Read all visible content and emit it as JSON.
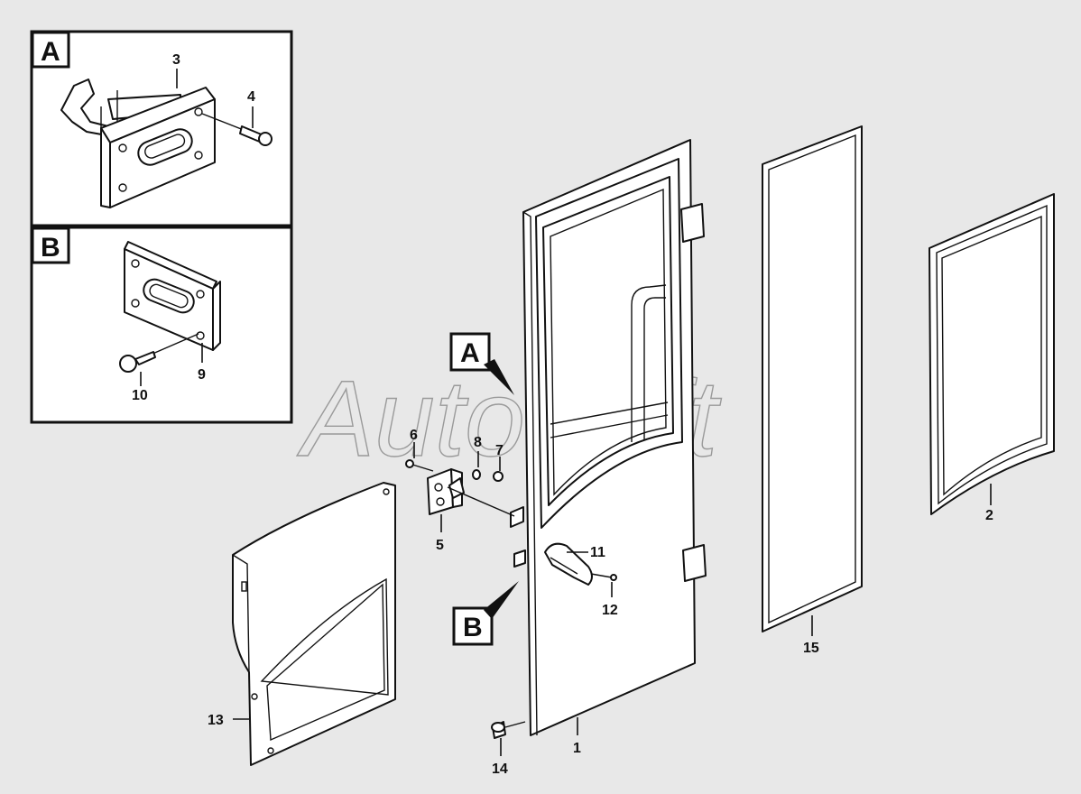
{
  "watermark": "AutoSoft",
  "detail_views": [
    {
      "letter": "A"
    },
    {
      "letter": "B"
    }
  ],
  "callouts": [
    {
      "letter": "A"
    },
    {
      "letter": "B"
    }
  ],
  "part_numbers": [
    "1",
    "2",
    "3",
    "4",
    "5",
    "6",
    "7",
    "8",
    "9",
    "10",
    "11",
    "12",
    "13",
    "14",
    "15"
  ]
}
